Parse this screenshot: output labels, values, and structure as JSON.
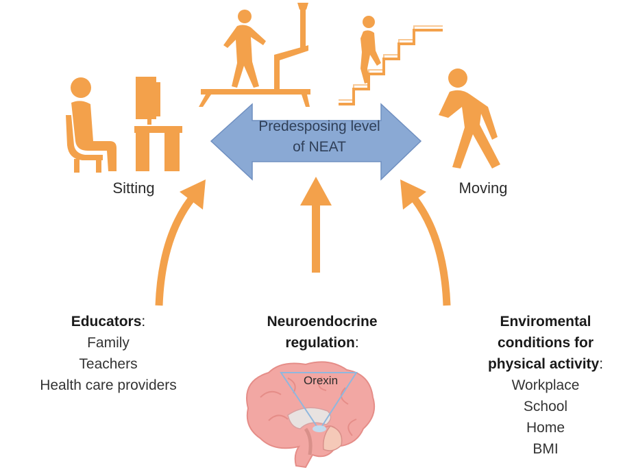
{
  "center": {
    "line1": "Predesposing level",
    "line2": "of  NEAT"
  },
  "labels": {
    "sitting": "Sitting",
    "moving": "Moving"
  },
  "educators": {
    "heading": "Educators",
    "colon": ":",
    "items": [
      "Family",
      "Teachers",
      "Health care providers"
    ]
  },
  "neuro": {
    "heading_line1": "Neuroendocrine",
    "heading_line2": "regulation",
    "colon": ":",
    "orexin": "Orexin"
  },
  "environment": {
    "heading_line1": "Enviromental",
    "heading_line2": "conditions for",
    "heading_line3": "physical activity",
    "colon": ":",
    "items": [
      "Workplace",
      "School",
      "Home",
      "BMI"
    ]
  },
  "colors": {
    "orange": "#f3a14b",
    "blue_arrow": "#8aa9d4",
    "blue_arrow_stroke": "#6f8fc0",
    "brain_pink": "#f2a7a3",
    "brain_outline": "#e58d88"
  }
}
